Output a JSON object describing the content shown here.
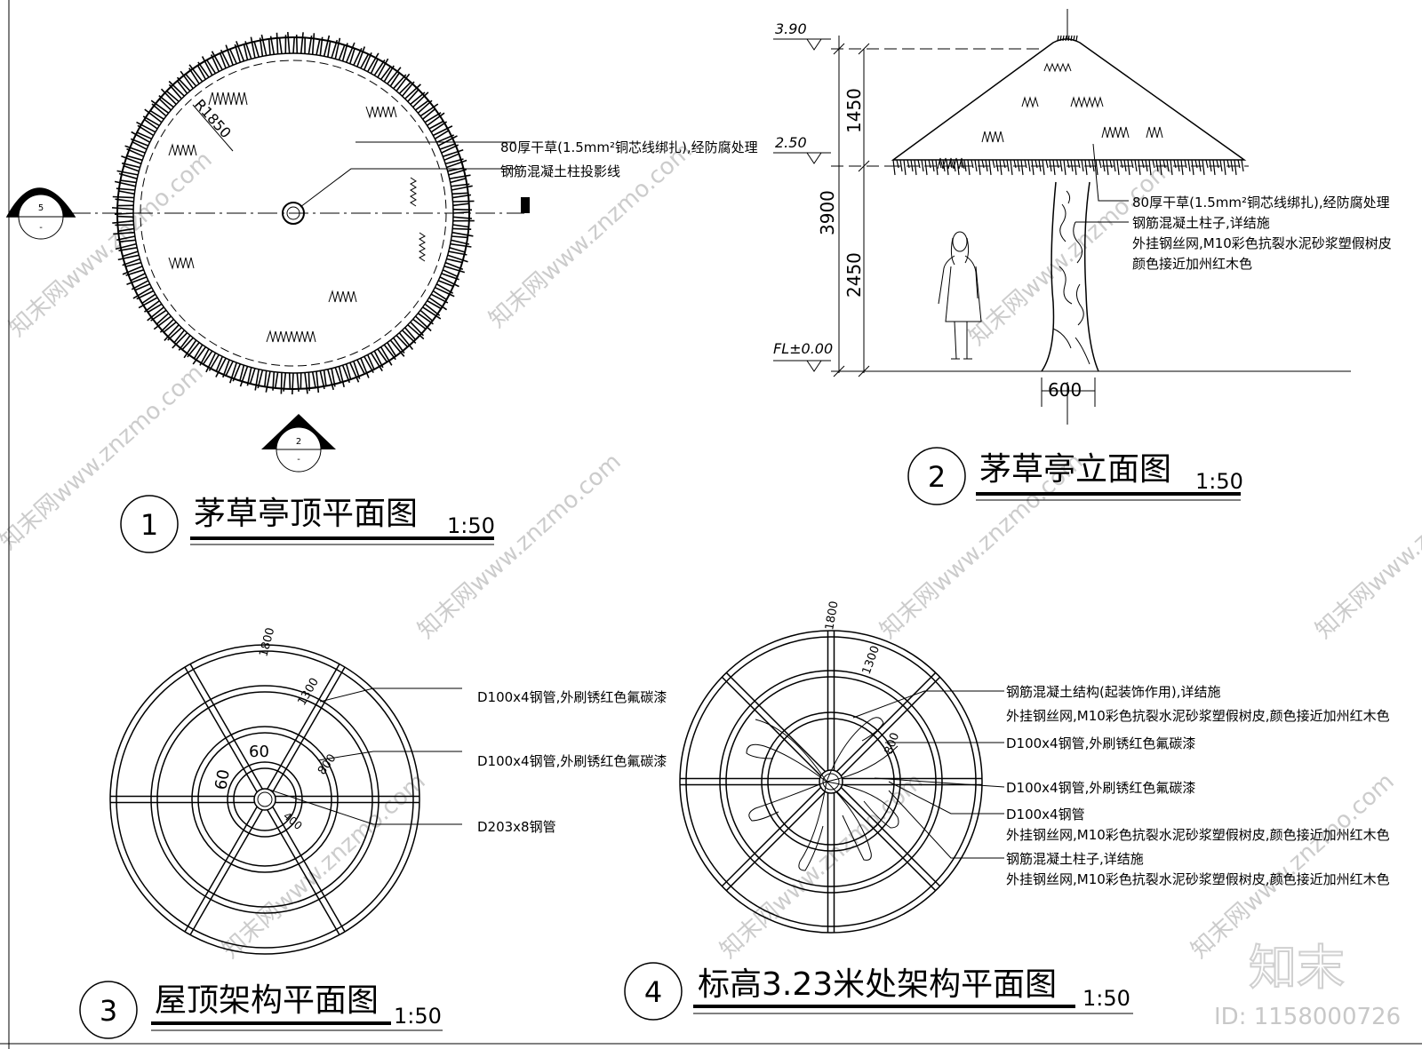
{
  "plan1": {
    "title_num": "1",
    "title": "茅草亭顶平面图",
    "scale": "1:50",
    "radius_label": "R1850",
    "callout_1": "80厚干草(1.5mm²铜芯线绑扎),经防腐处理",
    "callout_2": "钢筋混凝土柱投影线",
    "section_mark_left": "5",
    "section_mark_bottom": "2",
    "section_dash": "-"
  },
  "elevation2": {
    "title_num": "2",
    "title": "茅草亭立面图",
    "scale": "1:50",
    "levels": [
      "3.90",
      "2.50",
      "FL±0.00"
    ],
    "dims": [
      "1450",
      "3900",
      "2450"
    ],
    "base_dim": "600",
    "notes": [
      "80厚干草(1.5mm²铜芯线绑扎),经防腐处理",
      "钢筋混凝土柱子,详结施",
      "外挂钢丝网,M10彩色抗裂水泥砂浆塑假树皮",
      "颜色接近加州红木色"
    ]
  },
  "plan3": {
    "title_num": "3",
    "title": "屋顶架构平面图",
    "scale": "1:50",
    "dims": [
      "1800",
      "1300",
      "800",
      "400",
      "60",
      "60"
    ],
    "callouts": [
      "D100x4钢管,外刷锈红色氟碳漆",
      "D100x4钢管,外刷锈红色氟碳漆",
      "D203x8钢管"
    ]
  },
  "plan4": {
    "title_num": "4",
    "title": "标高3.23米处架构平面图",
    "scale": "1:50",
    "dims": [
      "1800",
      "1300",
      "800"
    ],
    "callouts": [
      "钢筋混凝土结构(起装饰作用),详结施",
      "外挂钢丝网,M10彩色抗裂水泥砂浆塑假树皮,颜色接近加州红木色",
      "D100x4钢管,外刷锈红色氟碳漆",
      "D100x4钢管,外刷锈红色氟碳漆",
      "D100x4钢管",
      "外挂钢丝网,M10彩色抗裂水泥砂浆塑假树皮,颜色接近加州红木色",
      "钢筋混凝土柱子,详结施",
      "外挂钢丝网,M10彩色抗裂水泥砂浆塑假树皮,颜色接近加州红木色"
    ]
  },
  "watermark": {
    "brand": "知末",
    "id": "ID: 1158000726",
    "repeat": "知末网www.znzmo.com"
  }
}
